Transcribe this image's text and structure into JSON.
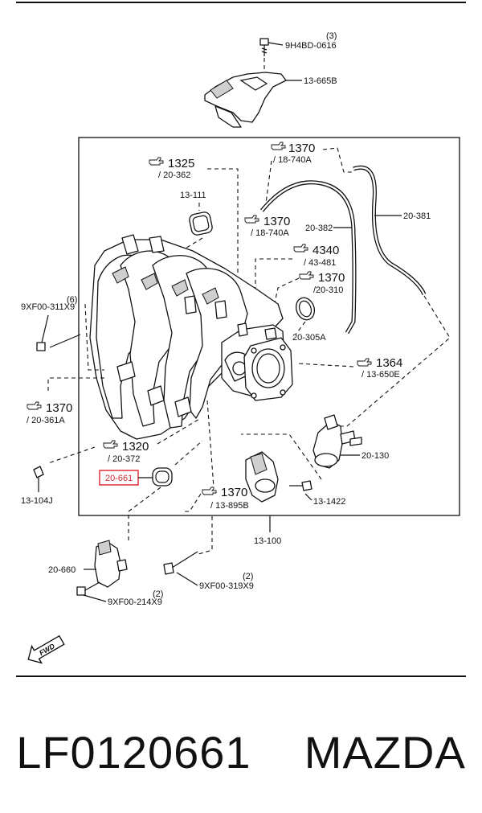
{
  "parts": {
    "p_9h4bd": "9H4BD-0616",
    "p_9h4bd_qty": "(3)",
    "p_13_665b": "13-665B",
    "p_13_111": "13-111",
    "p_20_382": "20-382",
    "p_20_381": "20-381",
    "p_20_305a": "20-305A",
    "p_9xf00_311": "9XF00-311X9",
    "p_9xf00_311_qty": "(6)",
    "p_13_104j": "13-104J",
    "p_20_661": "20-661",
    "p_20_130": "20-130",
    "p_13_1422": "13-1422",
    "p_13_100": "13-100",
    "p_20_660": "20-660",
    "p_9xf00_214": "9XF00-214X9",
    "p_9xf00_214_qty": "(2)",
    "p_9xf00_319": "9XF00-319X9",
    "p_9xf00_319_qty": "(2)"
  },
  "refs": [
    {
      "num": "1370",
      "sub": "/ 18-740A"
    },
    {
      "num": "1325",
      "sub": "/ 20-362"
    },
    {
      "num": "1370",
      "sub": "/ 18-740A"
    },
    {
      "num": "4340",
      "sub": "/ 43-481"
    },
    {
      "num": "1370",
      "sub": "/20-310"
    },
    {
      "num": "1364",
      "sub": "/ 13-650E"
    },
    {
      "num": "1370",
      "sub": "/ 20-361A"
    },
    {
      "num": "1320",
      "sub": "/ 20-372"
    },
    {
      "num": "1370",
      "sub": "/ 13-895B"
    }
  ],
  "fwd_label": "FWD",
  "highlight_color": "#e0303a",
  "caption": {
    "part_number": "LF0120661",
    "brand": "MAZDA"
  }
}
